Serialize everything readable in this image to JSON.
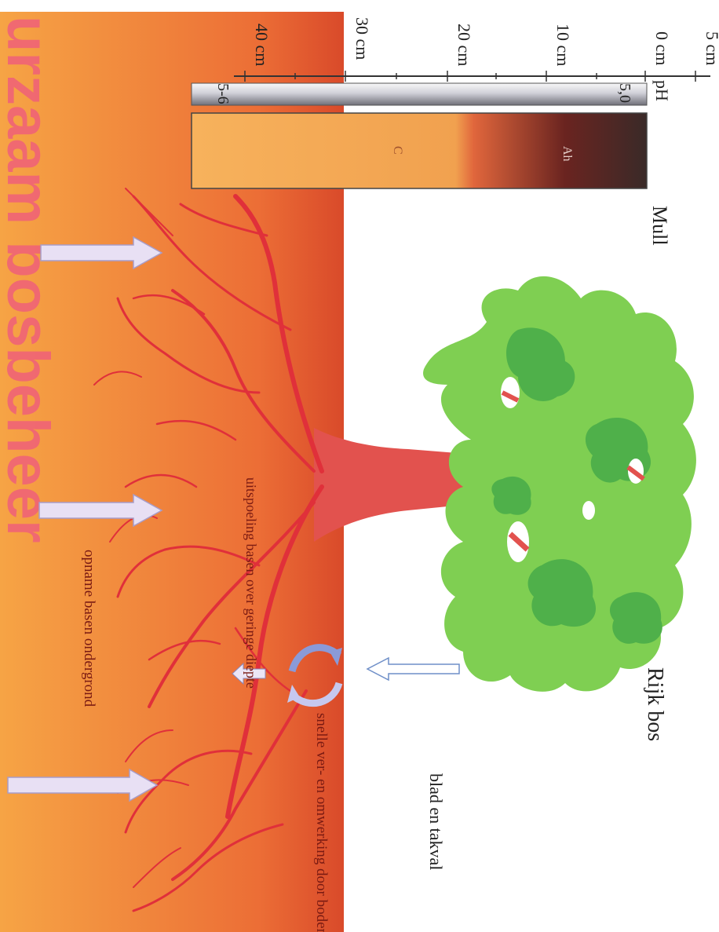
{
  "title": "Rijk bos",
  "humus_type": "Mull",
  "watermark": "urzaam bosbeheer",
  "depth_scale": {
    "ticks": [
      "5 cm",
      "0 cm",
      "10 cm",
      "20 cm",
      "30 cm",
      "40 cm"
    ]
  },
  "ph": {
    "label": "pH",
    "top_value": "5,0",
    "bottom_value": "5-6"
  },
  "horizons": [
    "Ah",
    "C"
  ],
  "annotations": {
    "litter": "blad en takval",
    "fauna": "snelle ver- en omwerking door bodemfauna",
    "leaching": "uitspoeling basen over geringe diepte",
    "uptake": "opname basen ondergrond"
  },
  "colors": {
    "soil_top": "#d94a2a",
    "soil_bottom": "#f39a3e",
    "canopy": "#7fcf52",
    "canopy_dark": "#4fb04a",
    "trunk": "#e04c4c",
    "roots": "#e0303a",
    "arrow_fill": "#e8e0f4"
  }
}
